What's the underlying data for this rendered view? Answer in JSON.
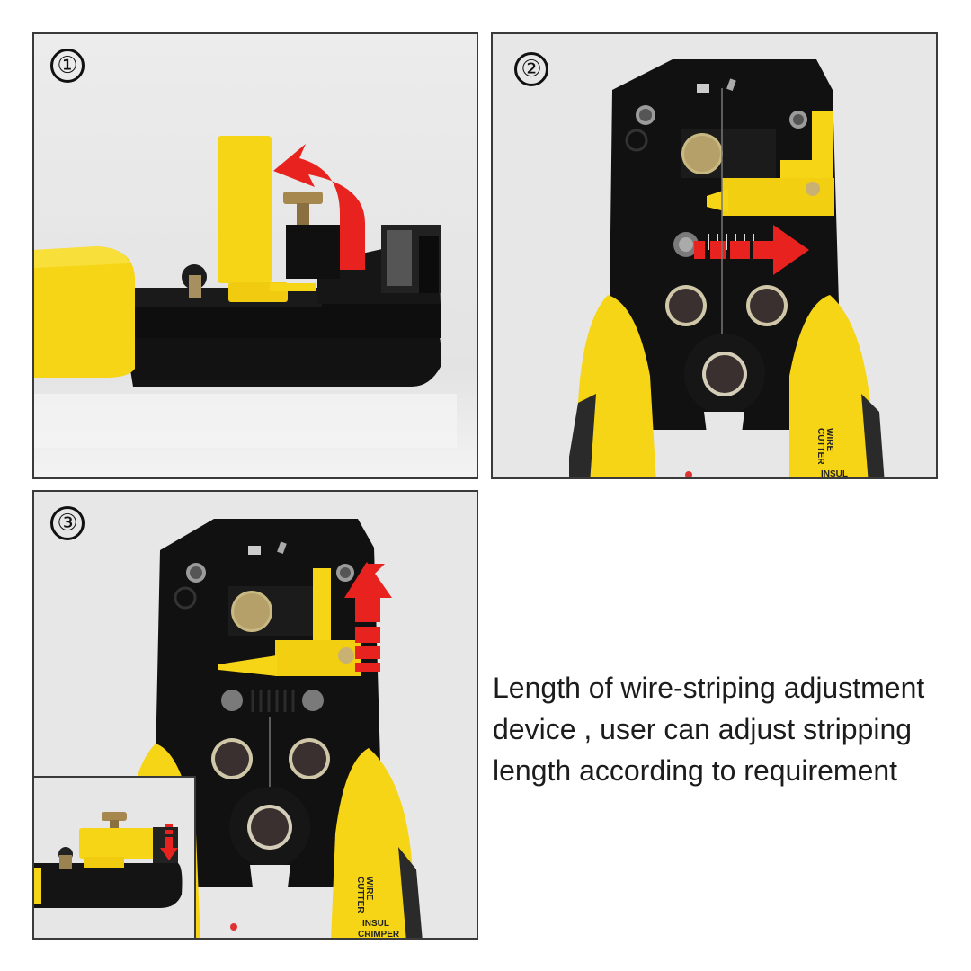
{
  "panels": [
    {
      "id": "step-1",
      "step_label": "①",
      "view": "side view",
      "arrow": "curved-up-left",
      "arrow_color": "#e8231f"
    },
    {
      "id": "step-2",
      "step_label": "②",
      "view": "front view",
      "arrow": "right",
      "arrow_color": "#e8231f",
      "handle_labels": [
        "WIRE",
        "CUTTER",
        "INSUL"
      ]
    },
    {
      "id": "step-3",
      "step_label": "③",
      "view": "front view",
      "arrow": "up",
      "arrow_color": "#e8231f",
      "handle_labels": [
        "WIRE",
        "CUTTER",
        "INSUL",
        "CRIMPER"
      ],
      "inset": {
        "view": "side view",
        "arrow": "down"
      }
    }
  ],
  "caption": {
    "lines": [
      "Length of wire-striping adjustment",
      "device , user can adjust stripping",
      "length according to requirement"
    ]
  },
  "colors": {
    "panel_bg": "#e8e8e8",
    "panel_border": "#3a3a3a",
    "tool_yellow": "#f6d516",
    "tool_black": "#141414",
    "arrow_red": "#e8231f",
    "brass": "#b89a5a"
  }
}
